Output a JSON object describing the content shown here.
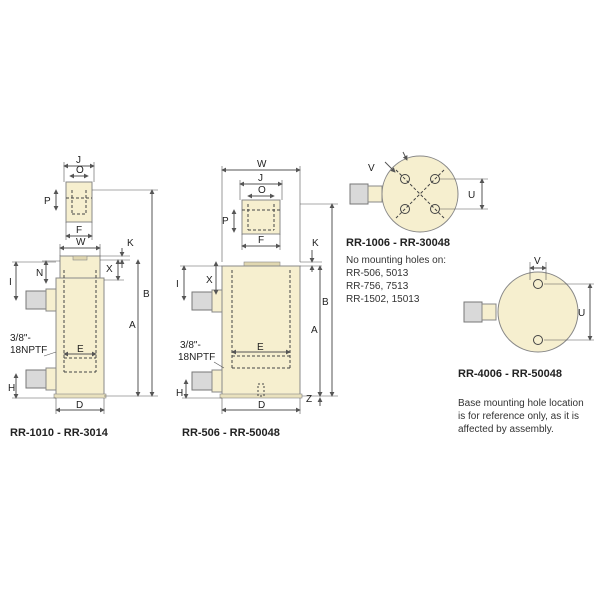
{
  "colors": {
    "body_fill": "#f6efcf",
    "body_stroke": "#888888",
    "fitting_fill": "#d9d9d9",
    "dim_line": "#555555",
    "dashed": "#444444"
  },
  "left_drawing": {
    "caption": "RR-1010 - RR-3014",
    "dims": {
      "J": "J",
      "O": "O",
      "P": "P",
      "F": "F",
      "W": "W",
      "K": "K",
      "N": "N",
      "X": "X",
      "I": "I",
      "B": "B",
      "A": "A",
      "E": "E",
      "H": "H",
      "D": "D"
    },
    "port_label_1": "3/8\"-",
    "port_label_2": "18NPTF"
  },
  "middle_drawing": {
    "caption": "RR-506 - RR-50048",
    "dims": {
      "W": "W",
      "J": "J",
      "O": "O",
      "P": "P",
      "F": "F",
      "K": "K",
      "X": "X",
      "I": "I",
      "B": "B",
      "A": "A",
      "E": "E",
      "H": "H",
      "D": "D",
      "Z": "Z"
    },
    "port_label_1": "3/8\"-",
    "port_label_2": "18NPTF"
  },
  "top_right_view": {
    "caption": "RR-1006 - RR-30048",
    "dims": {
      "V": "V",
      "U": "U"
    },
    "note_lines": [
      "No mounting holes on:",
      "RR-506, 5013",
      "RR-756, 7513",
      "RR-1502, 15013"
    ]
  },
  "bottom_right_view": {
    "caption": "RR-4006 - RR-50048",
    "dims": {
      "V": "V",
      "U": "U"
    }
  },
  "footnote_lines": [
    "Base mounting hole location",
    "is for reference only, as it is",
    "affected by assembly."
  ]
}
